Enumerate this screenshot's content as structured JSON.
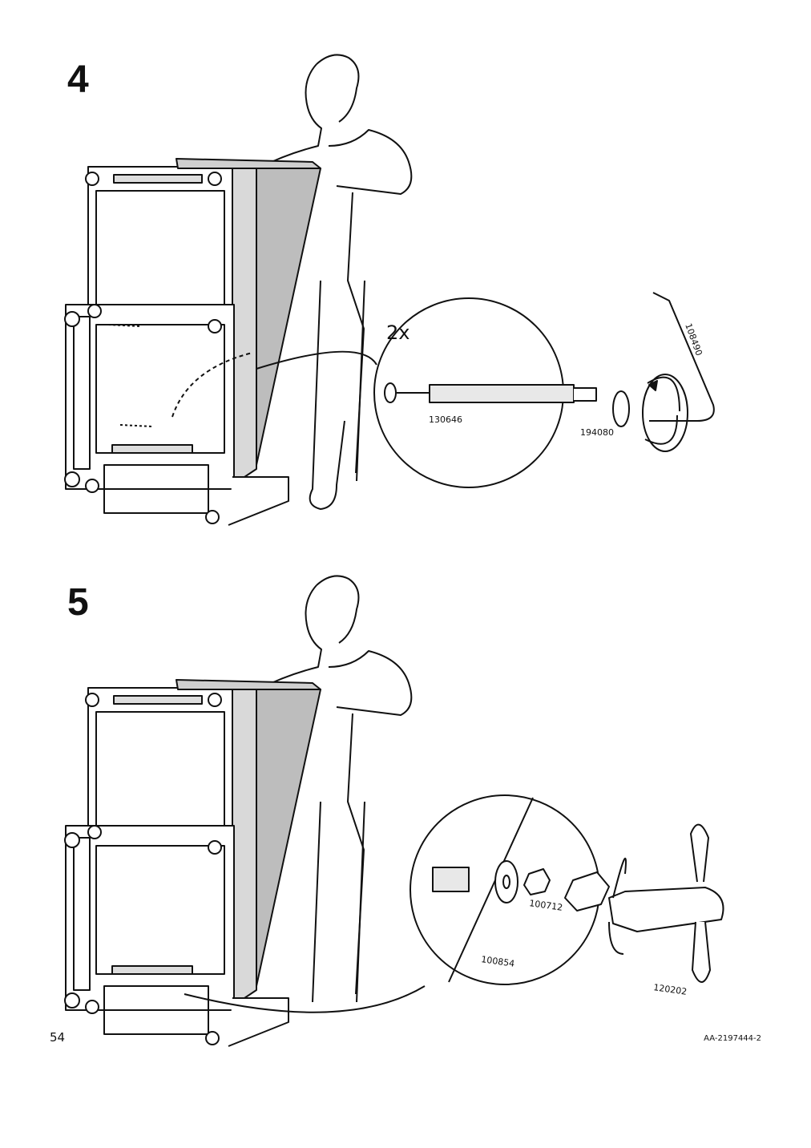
{
  "steps": [
    {
      "number": "4",
      "quantity": "2x",
      "parts": {
        "bolt": "130646",
        "washer": "194080",
        "key": "108490"
      }
    },
    {
      "number": "5",
      "parts": {
        "washer": "100854",
        "nut": "100712",
        "wrench": "120202"
      }
    }
  ],
  "footer": {
    "page_number": "54",
    "doc_code": "AA-2197444-2"
  }
}
